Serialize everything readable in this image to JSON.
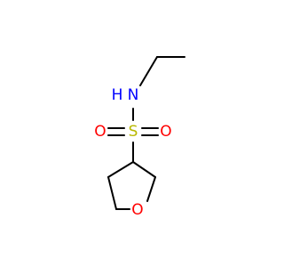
{
  "molecule": {
    "colors": {
      "bond": "#000000",
      "N": "#0000FF",
      "S": "#B8B800",
      "O": "#FF0000"
    },
    "atoms": {
      "N": "N",
      "H": "H",
      "S": "S",
      "O1": "O",
      "O2": "O",
      "O_ring": "O"
    }
  }
}
